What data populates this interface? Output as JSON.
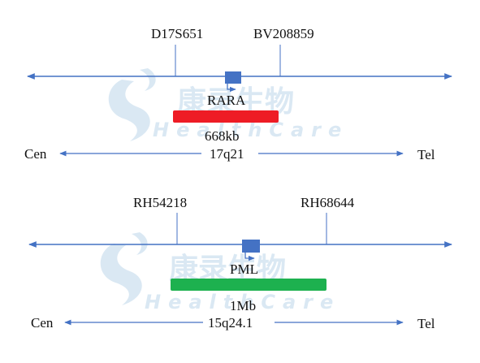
{
  "colors": {
    "chromosome_line": "#4472c4",
    "gene_box": "#4472c4",
    "probe_rara": "#ee1c25",
    "probe_pml": "#1db14f",
    "watermark": "#d6e6f2"
  },
  "watermark": {
    "chinese": "康录生物",
    "english": "HealthCare"
  },
  "panels": [
    {
      "markers": [
        "D17S651",
        "BV208859"
      ],
      "gene": "RARA",
      "probe_size": "668kb",
      "band": "17q21",
      "left_end": "Cen",
      "right_end": "Tel"
    },
    {
      "markers": [
        "RH54218",
        "RH68644"
      ],
      "gene": "PML",
      "probe_size": "1Mb",
      "band": "15q24.1",
      "left_end": "Cen",
      "right_end": "Tel"
    }
  ]
}
